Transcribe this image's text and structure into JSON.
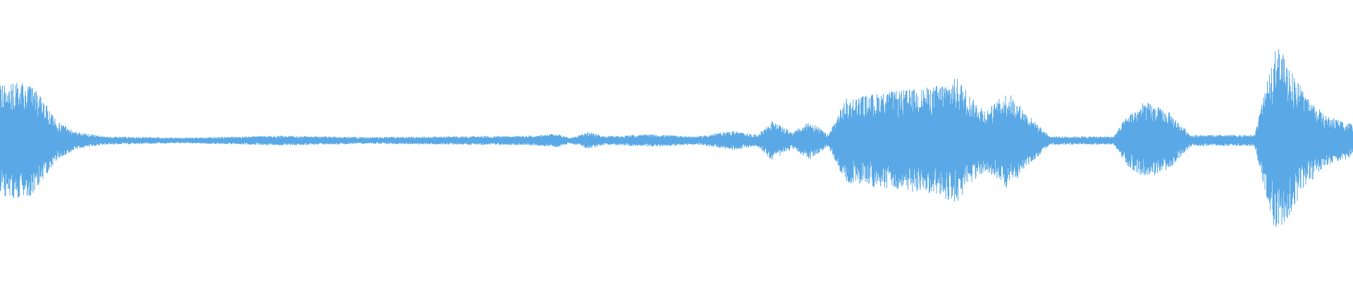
{
  "waveform": {
    "color": "#5aa9e6",
    "background": "#ffffff",
    "amplitude_profile": [
      [
        0,
        0.4
      ],
      [
        40,
        0.42
      ],
      [
        60,
        0.3
      ],
      [
        80,
        0.14
      ],
      [
        110,
        0.06
      ],
      [
        150,
        0.03
      ],
      [
        260,
        0.02
      ],
      [
        400,
        0.035
      ],
      [
        520,
        0.025
      ],
      [
        640,
        0.03
      ],
      [
        760,
        0.035
      ],
      [
        790,
        0.05
      ],
      [
        810,
        0.02
      ],
      [
        835,
        0.06
      ],
      [
        860,
        0.03
      ],
      [
        920,
        0.045
      ],
      [
        990,
        0.03
      ],
      [
        1040,
        0.07
      ],
      [
        1075,
        0.04
      ],
      [
        1095,
        0.14
      ],
      [
        1125,
        0.06
      ],
      [
        1150,
        0.14
      ],
      [
        1175,
        0.04
      ],
      [
        1200,
        0.3
      ],
      [
        1260,
        0.35
      ],
      [
        1320,
        0.38
      ],
      [
        1360,
        0.45
      ],
      [
        1380,
        0.3
      ],
      [
        1400,
        0.22
      ],
      [
        1430,
        0.35
      ],
      [
        1460,
        0.18
      ],
      [
        1490,
        0.03
      ],
      [
        1580,
        0.03
      ],
      [
        1600,
        0.18
      ],
      [
        1625,
        0.28
      ],
      [
        1660,
        0.2
      ],
      [
        1690,
        0.04
      ],
      [
        1780,
        0.04
      ],
      [
        1812,
        0.7
      ],
      [
        1850,
        0.35
      ],
      [
        1880,
        0.18
      ],
      [
        1920,
        0.12
      ]
    ]
  }
}
